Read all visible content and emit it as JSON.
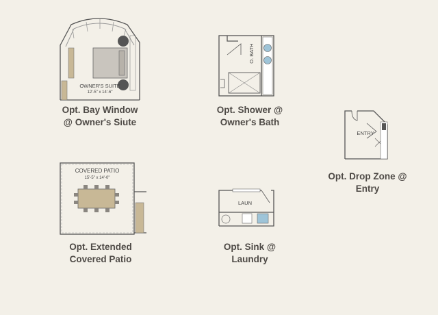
{
  "options": [
    {
      "room_label": "OWNER'S SUITE",
      "room_size": "12'-5\" x 14'-6\"",
      "caption_line1": "Opt. Bay Window",
      "caption_line2": "@ Owner's Siute"
    },
    {
      "room_label": "O. BATH",
      "room_size": "",
      "caption_line1": "Opt. Shower @",
      "caption_line2": "Owner's Bath"
    },
    {
      "room_label": "ENTRY",
      "room_size": "",
      "caption_line1": "Opt. Drop Zone @",
      "caption_line2": "Entry"
    },
    {
      "room_label": "COVERED PATIO",
      "room_size": "15'-5\" x 14'-0\"",
      "caption_line1": "Opt. Extended",
      "caption_line2": "Covered Patio"
    },
    {
      "room_label": "LAUN",
      "room_size": "",
      "caption_line1": "Opt. Sink @",
      "caption_line2": "Laundry"
    }
  ],
  "colors": {
    "background": "#f3f0e8",
    "wall": "#555555",
    "furniture": "#c8b896",
    "fixture": "#9ec4d8",
    "caption": "#4e4a46"
  }
}
